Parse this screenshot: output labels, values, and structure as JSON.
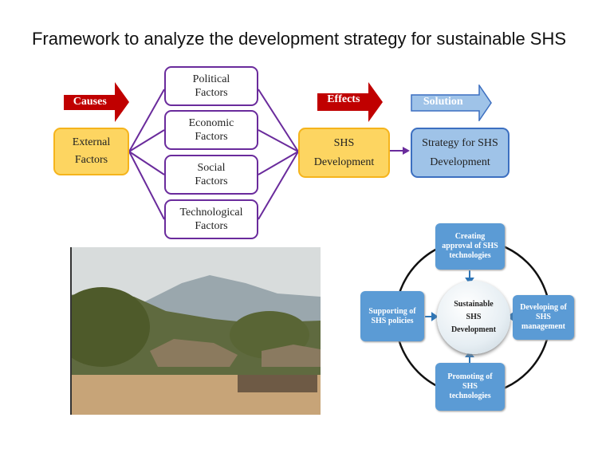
{
  "title": "Framework to analyze the development strategy for sustainable SHS",
  "framework": {
    "causes_label": "Causes",
    "effects_label": "Effects",
    "solution_label": "Solution",
    "external": "External\nFactors",
    "factors": [
      "Political\nFactors",
      "Economic\nFactors",
      "Social\nFactors",
      "Technological\nFactors"
    ],
    "shs_development": "SHS\nDevelopment",
    "strategy": "Strategy for SHS\nDevelopment"
  },
  "cycle": {
    "center": "Sustainable\nSHS\nDevelopment",
    "top": "Creating\napproval of SHS\ntechnologies",
    "right": "Developing of\nSHS\nmanagement",
    "bottom": "Promoting of\nSHS\ntechnologies",
    "left": "Supporting of\nSHS policies"
  },
  "colors": {
    "red_arrow": "#c00000",
    "purple": "#6a2b9c",
    "yellow": "#fdd561",
    "blue": "#5b9bd5"
  }
}
